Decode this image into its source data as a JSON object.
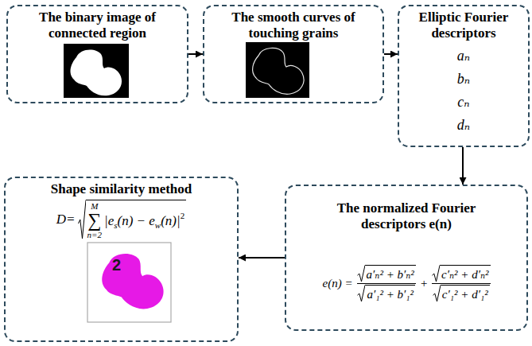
{
  "diagram": {
    "nodes": [
      {
        "text": [
          "The binary image of connected region"
        ]
      },
      {
        "text": [
          "The smooth curves of touching grains"
        ]
      },
      {
        "text": [
          "Elliptic Fourier descriptors",
          "aₙ",
          "bₙ",
          "cₙ",
          "dₙ"
        ]
      },
      {
        "text": [
          "The normalized Fourier descriptors e(n)",
          "e(n) =",
          "a′ₙ² + b′ₙ²",
          "a′₁² + b′₁²",
          "+",
          "c′ₙ² + d′ₙ²",
          "c′₁² + d′₁²"
        ]
      },
      {
        "text": [
          "Shape similarity method",
          "D=",
          "M",
          "∑",
          "n=2",
          "|e",
          "s",
          "(n) − e",
          "w",
          "(n)|",
          "2"
        ]
      }
    ],
    "edges": [
      {
        "from": 0,
        "to": 1,
        "arrow": "to"
      },
      {
        "from": 1,
        "to": 2,
        "arrow": "to"
      },
      {
        "from": 2,
        "to": 3,
        "arrow": "to"
      },
      {
        "from": 3,
        "to": 4,
        "arrow": "to"
      }
    ],
    "labels": [
      "2"
    ]
  }
}
